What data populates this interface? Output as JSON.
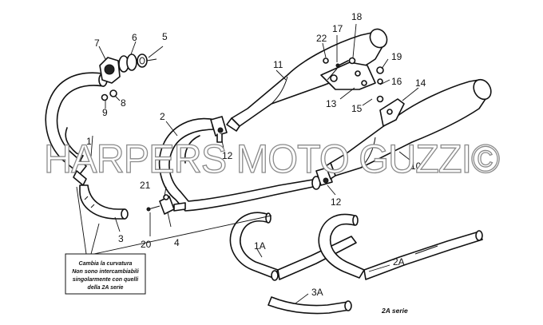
{
  "callouts": {
    "n1": "1",
    "n2": "2",
    "n3": "3",
    "n4": "4",
    "n5": "5",
    "n6": "6",
    "n7": "7",
    "n8": "8",
    "n9": "9",
    "n10": "10",
    "n11": "11",
    "n12a": "12",
    "n12b": "12",
    "n13": "13",
    "n14": "14",
    "n15": "15",
    "n16": "16",
    "n17": "17",
    "n18": "18",
    "n19": "19",
    "n20": "20",
    "n21": "21",
    "n22": "22",
    "n1a": "1A",
    "n2a": "2A",
    "n3a": "3A"
  },
  "note": {
    "line1": "Cambia la curvatura",
    "line2": "Non sono intercambiabili",
    "line3": "singolarmente con quelli",
    "line4": "della 2A serie"
  },
  "series_caption": "2A serie",
  "watermark": "HARPERS MOTO GUZZI©"
}
